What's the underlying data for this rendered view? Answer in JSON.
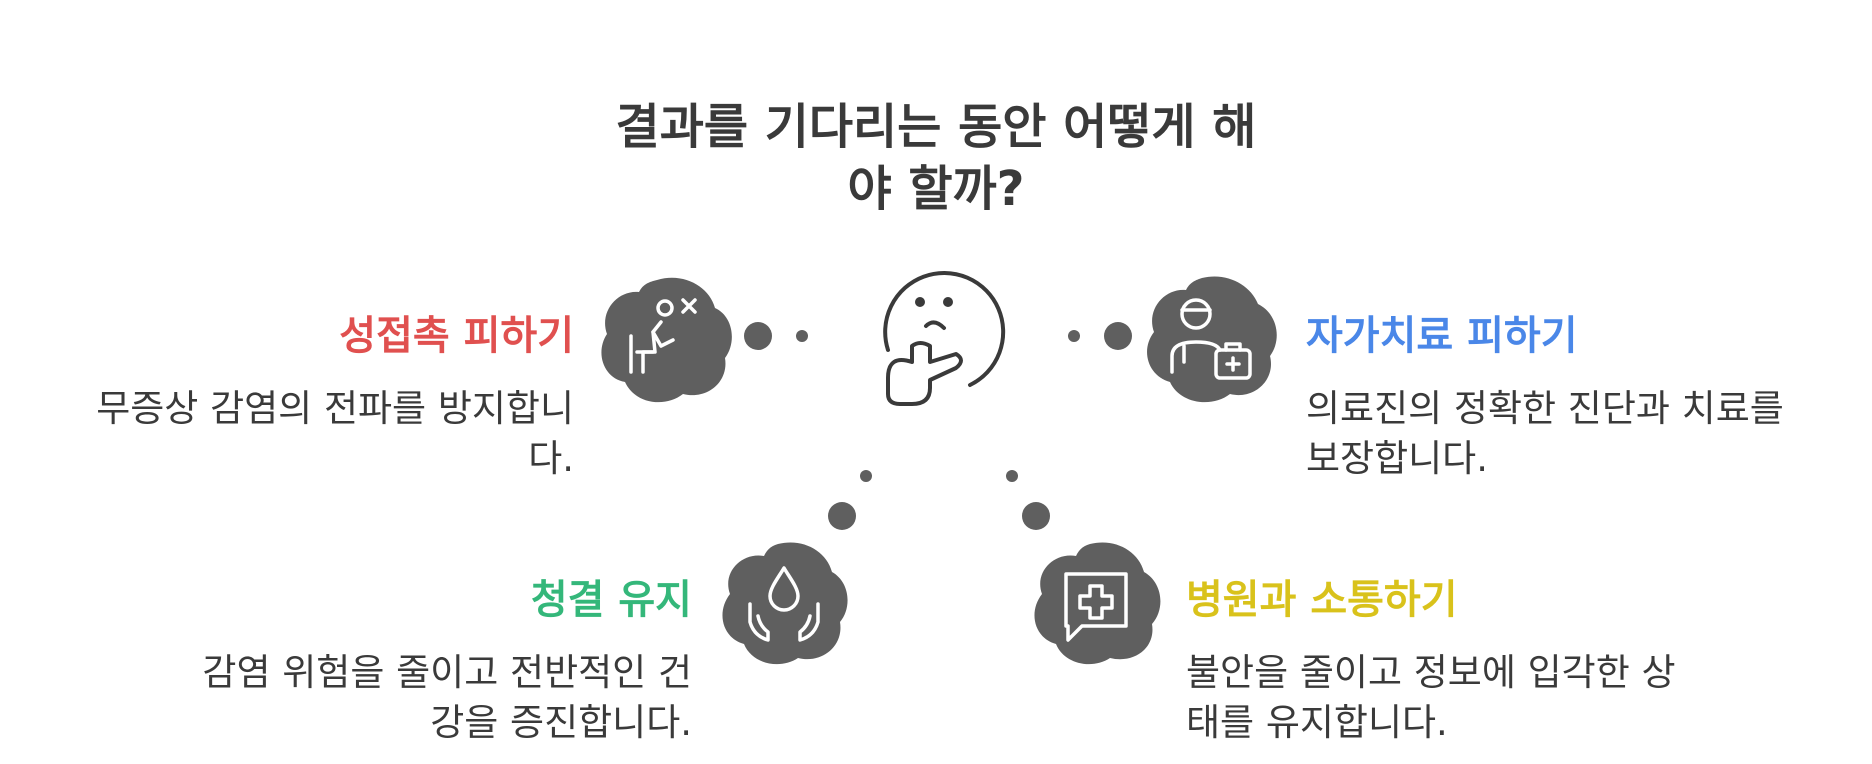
{
  "title": {
    "line1": "결과를 기다리는 동안 어떻게 해",
    "line2": "야 할까?"
  },
  "items": [
    {
      "label": "성접촉 피하기",
      "color": "#e0504f",
      "desc_line1": "무증상 감염의 전파를 방지합니",
      "desc_line2": "다.",
      "icon": "person-no-contact-icon"
    },
    {
      "label": "자가치료 피하기",
      "color": "#4a87e8",
      "desc_line1": "의료진의 정확한 진단과 치료를",
      "desc_line2": "보장합니다.",
      "icon": "doctor-medkit-icon"
    },
    {
      "label": "청결 유지",
      "color": "#34b77a",
      "desc_line1": "감염 위험을 줄이고 전반적인 건",
      "desc_line2": "강을 증진합니다.",
      "icon": "water-drop-hands-icon"
    },
    {
      "label": "병원과 소통하기",
      "color": "#d9c21b",
      "desc_line1": "불안을 줄이고 정보에 입각한 상",
      "desc_line2": "태를 유지합니다.",
      "icon": "medical-chat-icon"
    }
  ],
  "center_icon": "thinking-face-icon",
  "colors": {
    "icon_fill": "#5f5f5f",
    "text": "#3a3a3a"
  }
}
